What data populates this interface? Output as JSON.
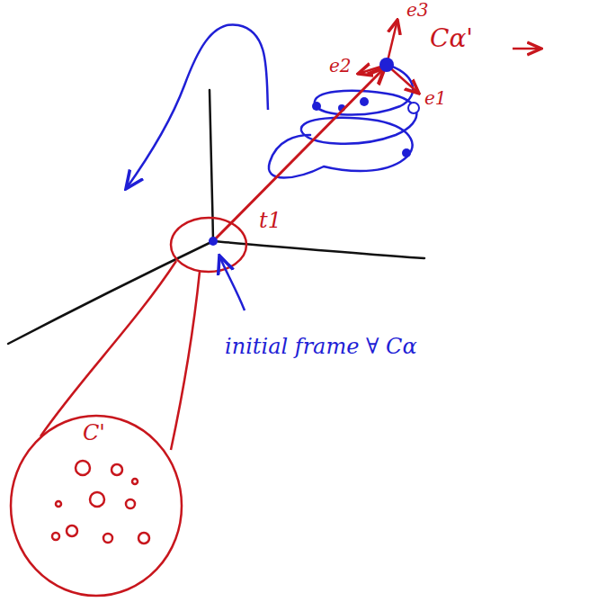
{
  "diagram": {
    "labels": [
      "e3",
      "e2",
      "e1",
      "Cα'",
      "t1",
      "initial frame ∀ Cα",
      "C'"
    ]
  }
}
